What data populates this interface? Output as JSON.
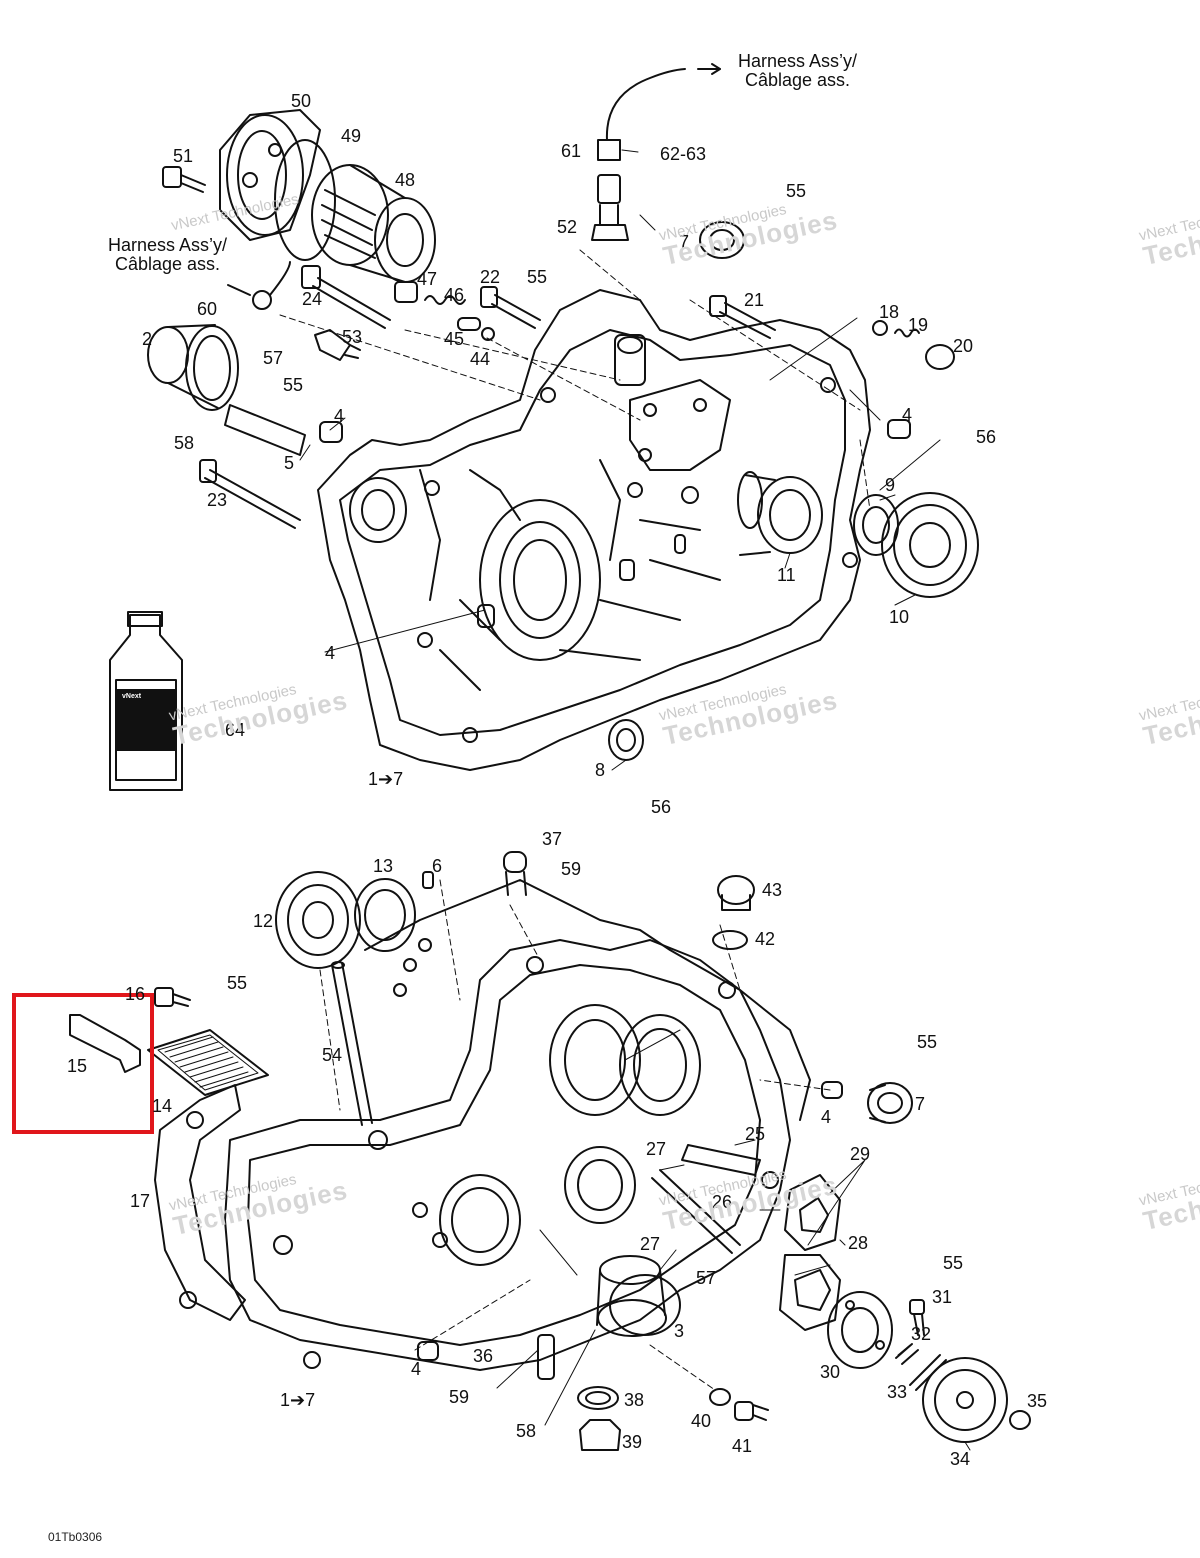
{
  "harness": {
    "line1": "Harness Ass’y/",
    "line2": "Câblage ass."
  },
  "watermark": {
    "line1": "vNext Technologies",
    "line2": "Technologies",
    "brand": "vNext"
  },
  "drawing_code": "01Tb0306",
  "range_label": "1➔7",
  "highlight": {
    "color": "#e0161b"
  },
  "labels_top": [
    "50",
    "51",
    "49",
    "48",
    "2",
    "57",
    "55",
    "58",
    "60",
    "53",
    "47",
    "24",
    "46",
    "45",
    "44",
    "22",
    "4",
    "5",
    "23",
    "61",
    "62-63",
    "52",
    "55",
    "55",
    "7",
    "21",
    "18",
    "19",
    "20",
    "4",
    "56",
    "9",
    "11",
    "10",
    "4",
    "64",
    "8",
    "56",
    "1➔7"
  ],
  "labels_bottom": [
    "37",
    "59",
    "13",
    "6",
    "12",
    "43",
    "42",
    "16",
    "55",
    "15",
    "14",
    "54",
    "55",
    "7",
    "4",
    "25",
    "27",
    "26",
    "29",
    "17",
    "28",
    "27",
    "57",
    "55",
    "31",
    "32",
    "3",
    "36",
    "4",
    "30",
    "33",
    "38",
    "59",
    "40",
    "41",
    "39",
    "58",
    "35",
    "34",
    "1➔7"
  ]
}
